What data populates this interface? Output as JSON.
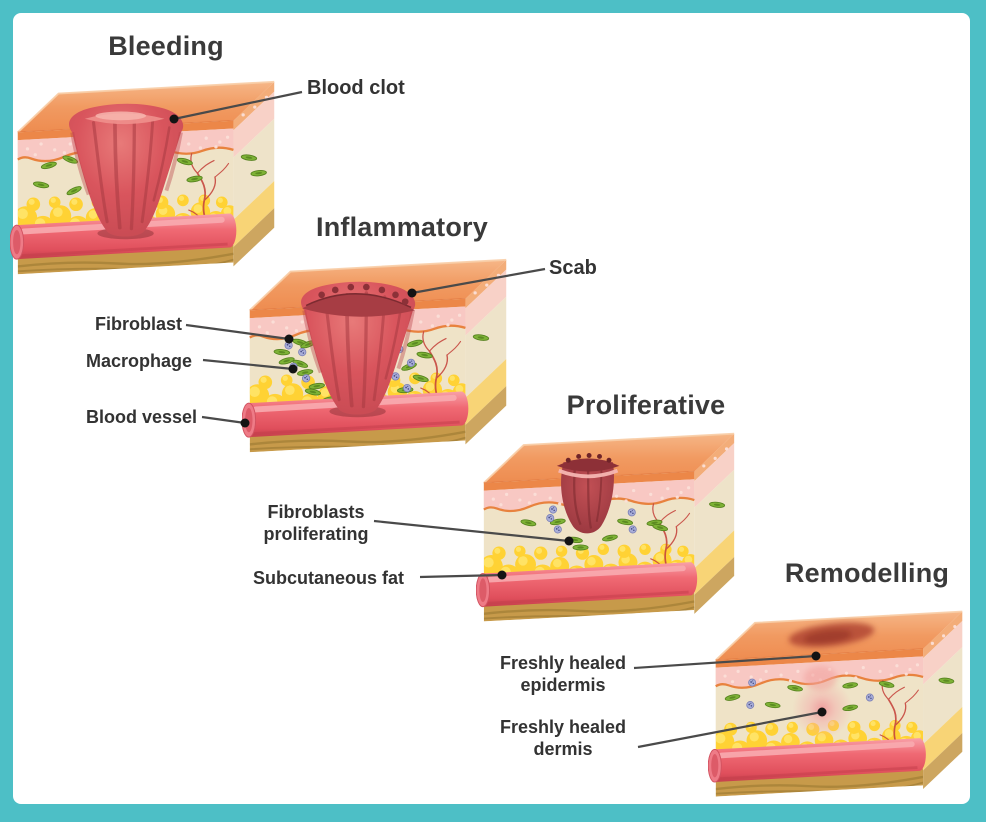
{
  "colors": {
    "frame": "#4dbfc6",
    "panel": "#ffffff",
    "title_text": "#3a3a3a",
    "label_text": "#333333",
    "leader_line": "#4a4a4a",
    "leader_dot": "#141414"
  },
  "stages": [
    {
      "title": "Bleeding",
      "labels": [
        {
          "text": "Blood clot"
        }
      ]
    },
    {
      "title": "Inflammatory",
      "labels": [
        {
          "text": "Scab"
        },
        {
          "text": "Fibroblast"
        },
        {
          "text": "Macrophage"
        },
        {
          "text": "Blood vessel"
        }
      ]
    },
    {
      "title": "Proliferative",
      "labels": [
        {
          "text": "Fibroblasts proliferating"
        },
        {
          "text": "Subcutaneous fat"
        }
      ]
    },
    {
      "title": "Remodelling",
      "labels": [
        {
          "text": "Freshly healed epidermis"
        },
        {
          "text": "Freshly healed dermis"
        }
      ]
    }
  ]
}
